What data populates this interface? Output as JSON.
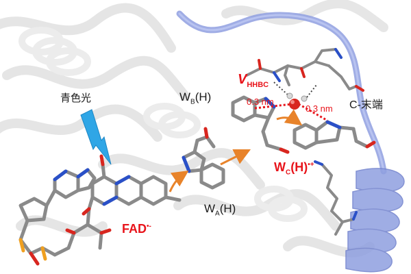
{
  "labels": {
    "blue_light": "青色光",
    "c_terminus": "C-末端",
    "fad": "FAD",
    "fad_charge": "•-",
    "wa_main": "W",
    "wa_sub": "A",
    "wa_tail": "(H)",
    "wb_main": "W",
    "wb_sub": "B",
    "wb_tail": "(H)",
    "wc_main": "W",
    "wc_sub": "C",
    "wc_tail": "(H)",
    "wc_charge": "•+",
    "v_main": "V",
    "v_sub": "HHBC",
    "dist_left": "0.3 nm",
    "dist_right": "0.3 nm"
  },
  "colors": {
    "accent_red": "#e8141b",
    "arrow_orange": "#e8832a",
    "helix_blue": "#8f9fe0",
    "lightning_blue": "#2fa6e6",
    "bond_gray": "#8a8a8a",
    "oxygen_red": "#d8261f",
    "nitrogen_blue": "#2a50c8",
    "phosphorus_orange": "#f0a020"
  }
}
